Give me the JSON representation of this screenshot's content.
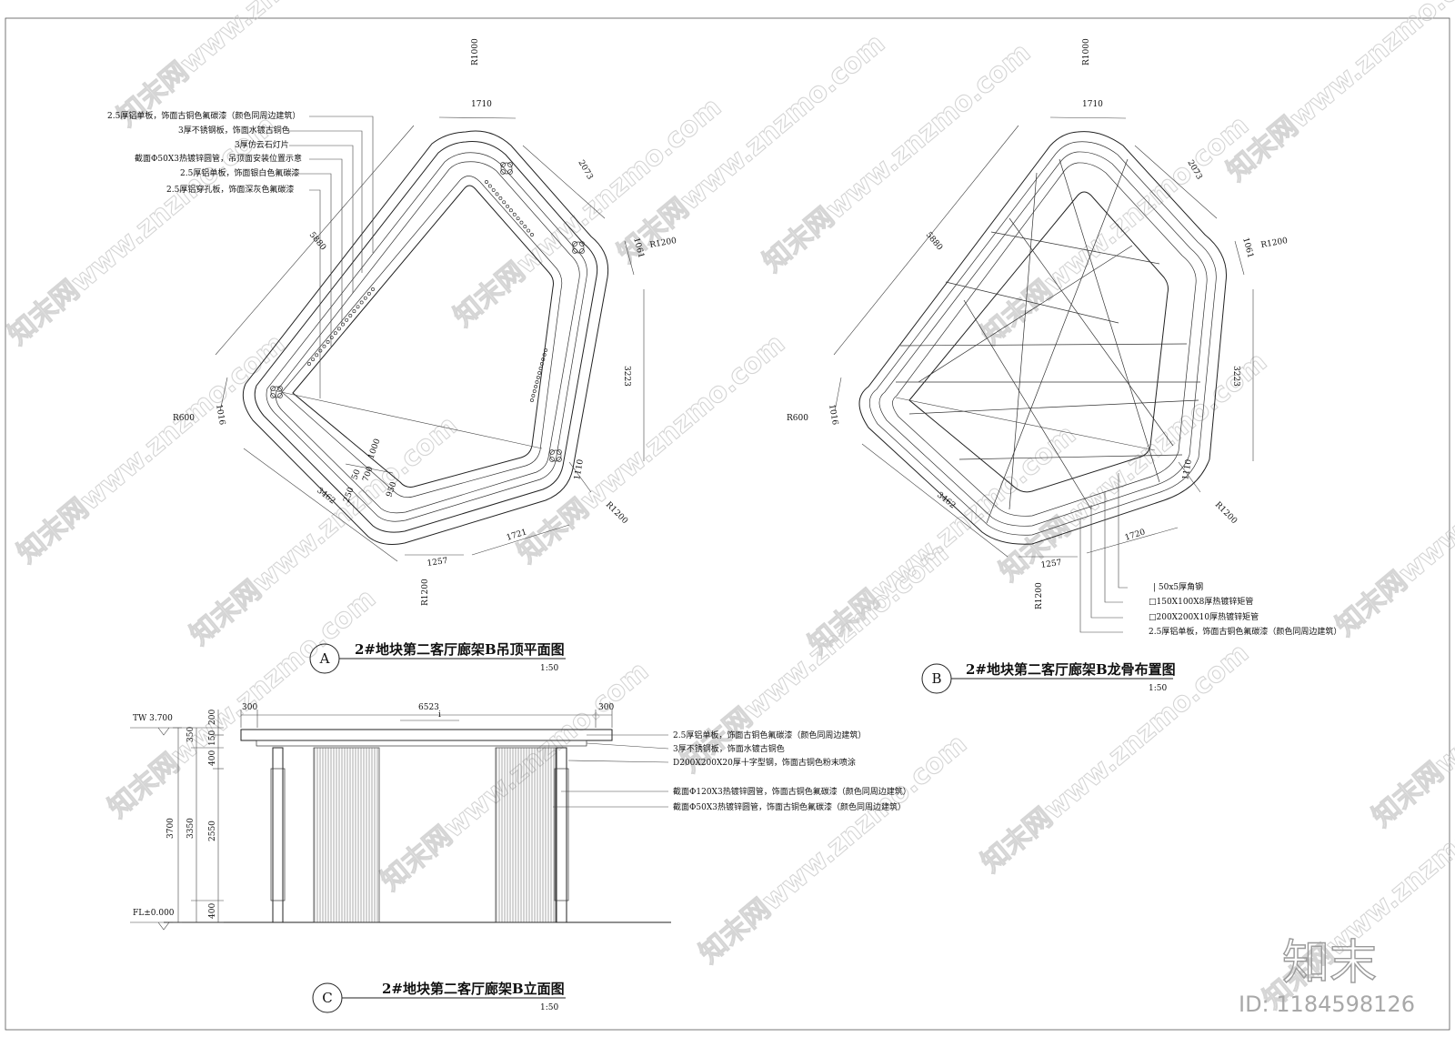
{
  "views": {
    "a": {
      "label": "A",
      "title": "2#地块第二客厅廊架B吊顶平面图",
      "scale": "1:50",
      "notes": [
        "2.5厚铝单板，饰面古铜色氟碳漆（颜色同周边建筑）",
        "3厚不锈钢板，饰面水镀古铜色",
        "3厚仿云石灯片",
        "截面Φ50X3热镀锌圆管，吊顶面安装位置示意",
        "2.5厚铝单板，饰面银白色氟碳漆",
        "2.5厚铝穿孔板，饰面深灰色氟碳漆"
      ],
      "dims": {
        "top_radius": "R1000",
        "top_arc": "1710",
        "upper_right": "2073",
        "right_short": "1061",
        "right_radius": "R1200",
        "right_long": "3223",
        "lower_right_short": "1110",
        "lower_right_radius": "R1200",
        "bottom": "1721",
        "bottom_arc": "1257",
        "bottom_radius": "R1200",
        "lower_left": "3462",
        "left_radius": "R600",
        "left_short": "1016",
        "upper_left": "5880",
        "section_1": "1000",
        "section_2": "700",
        "section_3": "950",
        "section_4": "250",
        "section_5": "50"
      }
    },
    "b": {
      "label": "B",
      "title": "2#地块第二客厅廊架B龙骨布置图",
      "scale": "1:50",
      "notes": [
        "|  50x5厚角钢",
        "□150X100X8厚热镀锌矩管",
        "□200X200X10厚热镀锌矩管",
        "2.5厚铝单板，饰面古铜色氟碳漆（颜色同周边建筑）"
      ],
      "dims": {
        "top_radius": "R1000",
        "top_arc": "1710",
        "upper_right": "2073",
        "right_short": "1061",
        "right_radius": "R1200",
        "right_long": "3223",
        "lower_right_short": "1110",
        "lower_right_radius": "R1200",
        "bottom": "1720",
        "bottom_arc": "1257",
        "bottom_radius": "R1200",
        "lower_left": "3462",
        "left_radius": "R600",
        "left_short": "1016",
        "upper_left": "5880"
      }
    },
    "c": {
      "label": "C",
      "title": "2#地块第二客厅廊架B立面图",
      "scale": "1:50",
      "notes": [
        "2.5厚铝单板，饰面古铜色氟碳漆（颜色同周边建筑）",
        "3厚不锈钢板，饰面水镀古铜色",
        "D200X200X20厚十字型钢，饰面古铜色粉末喷涂",
        "截面Φ120X3热镀锌圆管，饰面古铜色氟碳漆（颜色同周边建筑）",
        "截面Φ50X3热镀锌圆管，饰面古铜色氟碳漆（颜色同周边建筑）"
      ],
      "dims": {
        "top_left": "300",
        "top_mid": "6523",
        "top_right": "300",
        "slope": "i",
        "level_top": "TW 3.700",
        "level_floor": "FL±0.000",
        "total": "3700",
        "h_350": "350",
        "h_3350": "3350",
        "h_200": "200",
        "h_150": "150",
        "h_400a": "400",
        "h_2550": "2550",
        "h_400b": "400"
      }
    }
  },
  "watermark": {
    "text": "知末网www.znzmo.com"
  },
  "brand": {
    "logo": "知末",
    "id_text": "ID: 1184598126"
  }
}
